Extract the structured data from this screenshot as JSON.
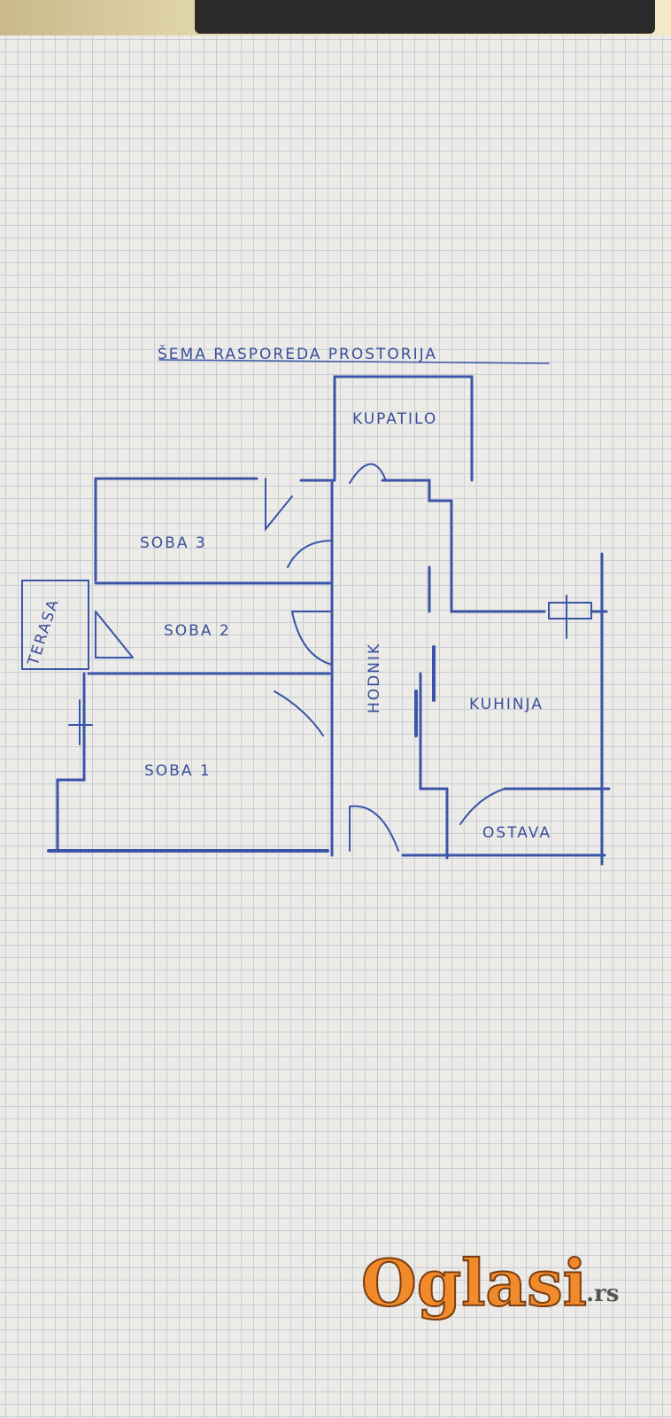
{
  "title": "ŠEMA RASPOREDA PROSTORIJA",
  "rooms": {
    "kupatilo": "KUPATILO",
    "soba3": "SOBA 3",
    "soba2": "SOBA 2",
    "soba1": "SOBA 1",
    "terasa": "TERASA",
    "hodnik": "HODNIK",
    "kuhinja": "KUHINJA",
    "ostava": "OSTAVA"
  },
  "watermark": {
    "brand": "Oglasi",
    "tld": ".rs"
  },
  "colors": {
    "ink": "#3a55a8",
    "logo": "#f08a2a"
  }
}
